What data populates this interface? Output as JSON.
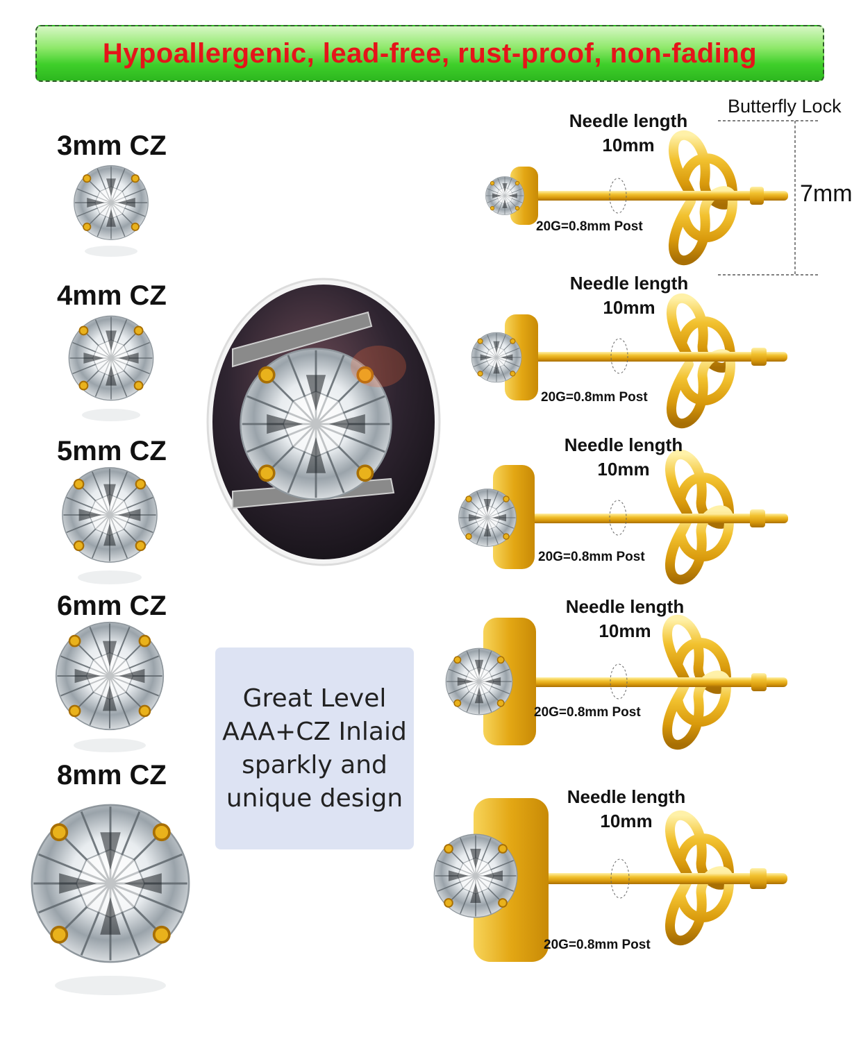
{
  "banner": {
    "text": "Hypoallergenic, lead-free, rust-proof, non-fading"
  },
  "sizes": [
    {
      "label": "3mm CZ"
    },
    {
      "label": "4mm CZ"
    },
    {
      "label": "5mm CZ"
    },
    {
      "label": "6mm CZ"
    },
    {
      "label": "8mm CZ"
    }
  ],
  "promo": {
    "line1": "Great Level",
    "line2": "AAA+CZ Inlaid",
    "line3": "sparkly and",
    "line4": "unique design"
  },
  "earrings": [
    {
      "needle_title": "Needle length",
      "needle_value": "10mm",
      "post": "20G=0.8mm Post"
    },
    {
      "needle_title": "Needle length",
      "needle_value": "10mm",
      "post": "20G=0.8mm Post"
    },
    {
      "needle_title": "Needle length",
      "needle_value": "10mm",
      "post": "20G=0.8mm Post"
    },
    {
      "needle_title": "Needle length",
      "needle_value": "10mm",
      "post": "20G=0.8mm Post"
    },
    {
      "needle_title": "Needle length",
      "needle_value": "10mm",
      "post": "20G=0.8mm Post"
    }
  ],
  "lock": {
    "label": "Butterfly Lock",
    "height": "7mm"
  },
  "colors": {
    "banner_text": "#e5141a",
    "gold": "#e9b21c",
    "gold_dark": "#b97f06",
    "promo_bg": "#dde3f3"
  }
}
